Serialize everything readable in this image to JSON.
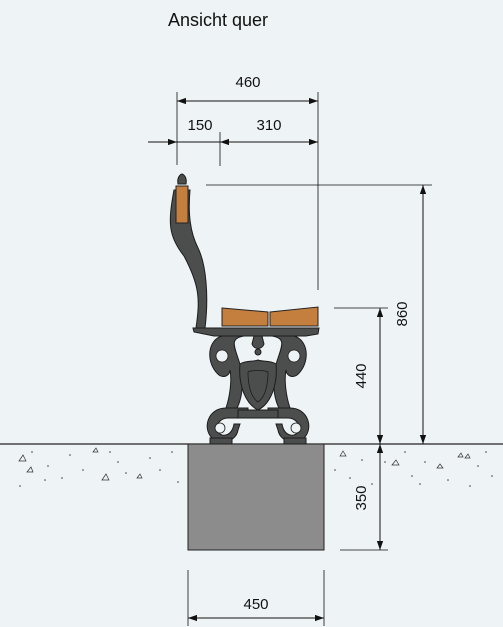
{
  "title": "Ansicht quer",
  "dimensions": {
    "total_depth": "460",
    "backrest_depth": "150",
    "seat_depth": "310",
    "total_height": "860",
    "seat_height": "440",
    "foundation_depth": "350",
    "foundation_width": "450"
  },
  "colors": {
    "background": "#eef3f6",
    "cast_iron": "#4c4e4d",
    "wood": "#c47f3e",
    "foundation": "#8c8c8c",
    "soil": "#eef3f6"
  }
}
